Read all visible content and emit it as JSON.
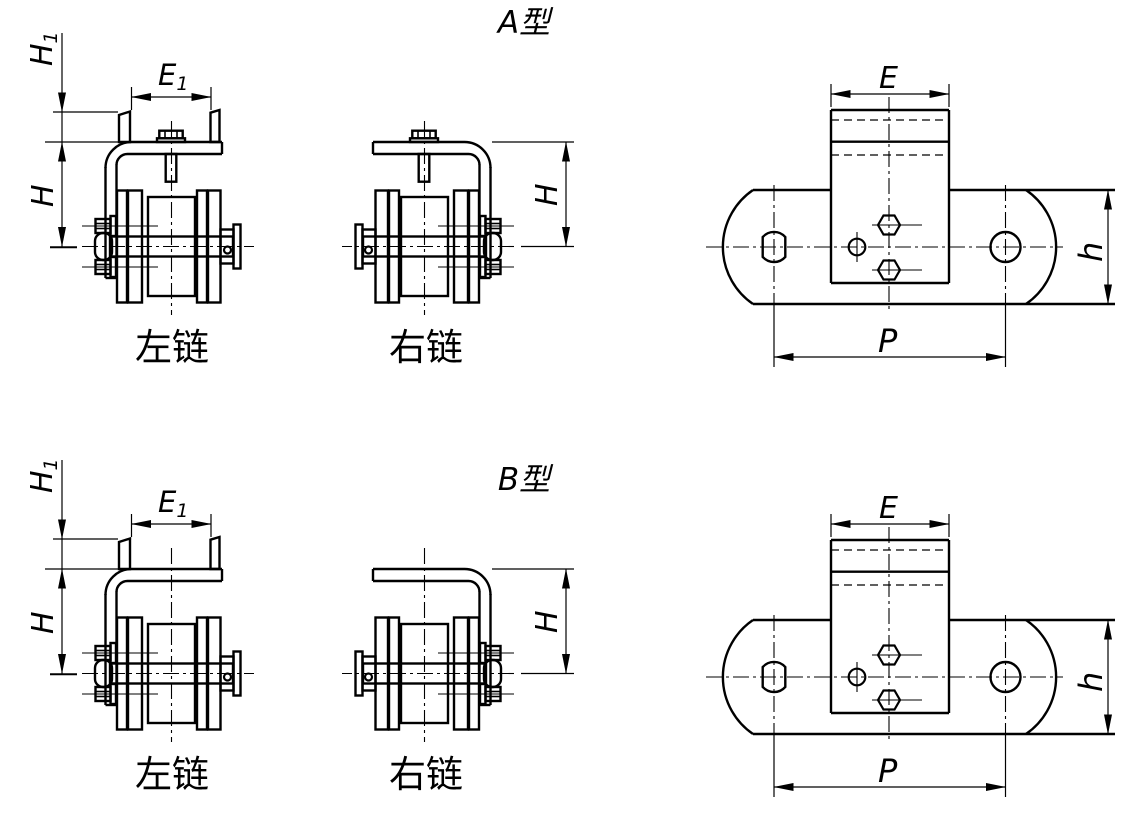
{
  "sections": {
    "a": {
      "title": "A型",
      "left_chain_label": "左链",
      "right_chain_label": "右链"
    },
    "b": {
      "title": "B型",
      "left_chain_label": "左链",
      "right_chain_label": "右链"
    }
  },
  "dimension_labels": {
    "h1_base": "H",
    "h1_sub": "1",
    "h_side": "H",
    "e1_base": "E",
    "e1_sub": "1",
    "e_top": "E",
    "h_plate": "h",
    "p_pitch": "P"
  },
  "colors": {
    "line": "#000000",
    "background": "#ffffff"
  }
}
